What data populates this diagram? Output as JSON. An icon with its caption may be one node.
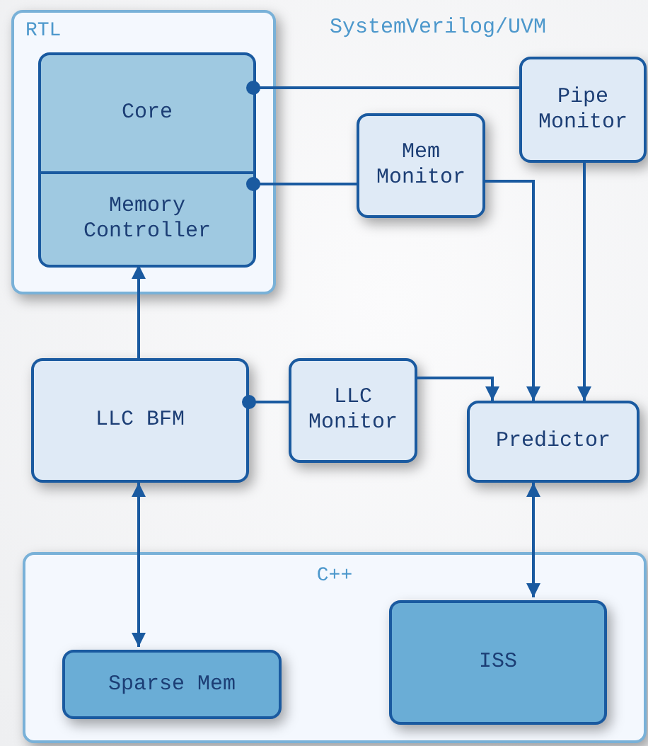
{
  "diagram": {
    "nodes": [
      {
        "text": [
          "RTL"
        ]
      },
      {
        "text": [
          "Core"
        ],
        "in": 0
      },
      {
        "text": [
          "Memory Controller"
        ],
        "in": 0
      },
      {
        "text": [
          "Mem Monitor"
        ]
      },
      {
        "text": [
          "Pipe Monitor"
        ]
      },
      {
        "text": [
          "LLC BFM"
        ]
      },
      {
        "text": [
          "LLC Monitor"
        ]
      },
      {
        "text": [
          "Predictor"
        ]
      },
      {
        "text": [
          "C++"
        ]
      },
      {
        "text": [
          "Sparse Mem"
        ],
        "in": 8
      },
      {
        "text": [
          "ISS"
        ],
        "in": 8
      }
    ],
    "edges": [
      {
        "from": 1,
        "to": 4,
        "arrow": "other"
      },
      {
        "from": 2,
        "to": 3,
        "arrow": "other"
      },
      {
        "from": 3,
        "to": 7,
        "arrow": "to"
      },
      {
        "from": 4,
        "to": 7,
        "arrow": "to"
      },
      {
        "from": 5,
        "to": 2,
        "arrow": "to"
      },
      {
        "from": 5,
        "to": 6,
        "arrow": "other"
      },
      {
        "from": 6,
        "to": 7,
        "arrow": "to"
      },
      {
        "from": 5,
        "to": 9,
        "arrow": "both"
      },
      {
        "from": 7,
        "to": 10,
        "arrow": "both"
      }
    ],
    "labels": [
      "SystemVerilog/UVM"
    ]
  }
}
